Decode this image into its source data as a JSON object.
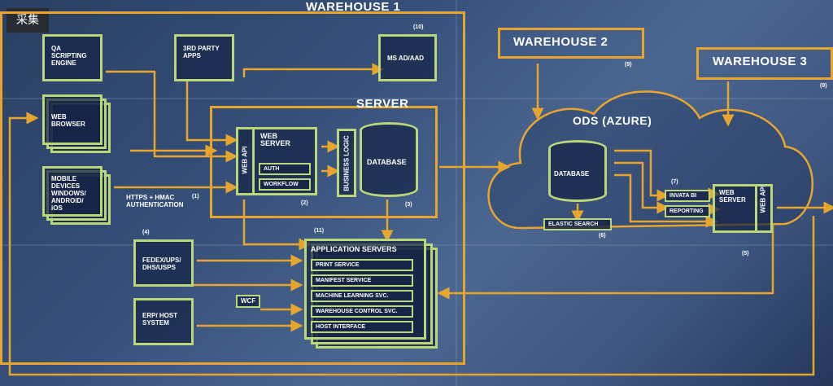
{
  "corner_tag": "采集",
  "warehouse1": {
    "title": "WAREHOUSE 1",
    "qa": "QA SCRIPTING ENGINE",
    "third_party": "3RD PARTY APPS",
    "ms_ad": "MS AD/AAD",
    "ms_ad_num": "(10)",
    "web_browser": "WEB BROWSER",
    "mobile": "MOBILE DEVICES WINDOWS/ ANDROID/ iOS",
    "https_label": "HTTPS + HMAC AUTHENTICATION",
    "https_num": "(1)",
    "carriers": "FEDEX/UPS/ DHS/USPS",
    "carriers_num": "(4)",
    "erp": "ERP/ HOST SYSTEM",
    "wcf": "WCF"
  },
  "server": {
    "title": "SERVER",
    "web_api": "WEB API",
    "web_server": "WEB SERVER",
    "auth": "AUTH",
    "workflow": "WORKFLOW",
    "web_server_num": "(2)",
    "business_logic": "BUSINESS LOGIC",
    "database": "DATABASE",
    "database_num": "(3)"
  },
  "app_servers": {
    "num": "(11)",
    "title": "APPLICATION SERVERS",
    "services": [
      "PRINT SERVICE",
      "MANIFEST SERVICE",
      "MACHINE LEARNING SVC.",
      "WAREHOUSE CONTROL SVC.",
      "HOST INTERFACE"
    ]
  },
  "warehouse2": {
    "title": "WAREHOUSE 2",
    "num": "(9)"
  },
  "warehouse3": {
    "title": "WAREHOUSE 3",
    "num": "(9)"
  },
  "ods": {
    "title": "ODS (AZURE)",
    "database": "DATABASE",
    "elastic": "ELASTIC SEARCH",
    "elastic_num": "(6)",
    "invata_bi": "INVATA BI",
    "invata_num": "(7)",
    "reporting": "REPORTING",
    "web_server": "WEB SERVER",
    "web_api": "WEB API",
    "web_num": "(5)"
  },
  "colors": {
    "accent": "#e8a52e",
    "box_border": "#b9d67a",
    "background": "#2e4470"
  }
}
